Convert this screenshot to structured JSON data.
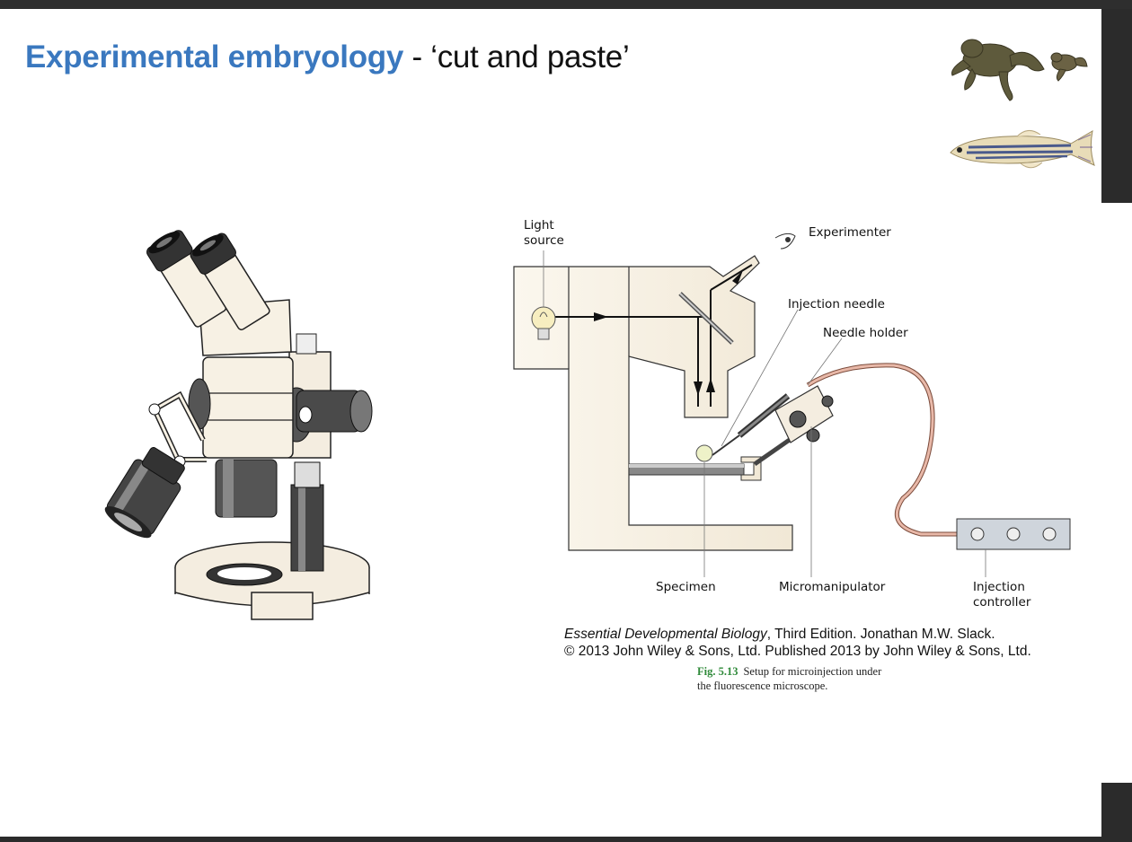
{
  "slide": {
    "title_emphasis": "Experimental embryology",
    "title_rest": " - ‘cut and paste’"
  },
  "diagram": {
    "labels": {
      "light_source_1": "Light",
      "light_source_2": "source",
      "experimenter": "Experimenter",
      "injection_needle": "Injection needle",
      "needle_holder": "Needle holder",
      "specimen": "Specimen",
      "micromanipulator": "Micromanipulator",
      "injection_controller_1": "Injection",
      "injection_controller_2": "controller"
    }
  },
  "credit": {
    "book": "Essential Developmental Biology",
    "edition": ", Third Edition. Jonathan M.W. Slack.",
    "copyright": "© 2013 John Wiley & Sons, Ltd. Published 2013 by John Wiley & Sons, Ltd."
  },
  "figure_caption": {
    "number": "Fig. 5.13",
    "line1": "Setup for microinjection under",
    "line2": "the fluorescence microscope."
  },
  "icons": [
    "frog-image",
    "zebrafish-image",
    "stereo-microscope-image"
  ],
  "colors": {
    "title_accent": "#3a78bf",
    "caption_green": "#2f8a3a",
    "tube": "#e8b8a8"
  }
}
